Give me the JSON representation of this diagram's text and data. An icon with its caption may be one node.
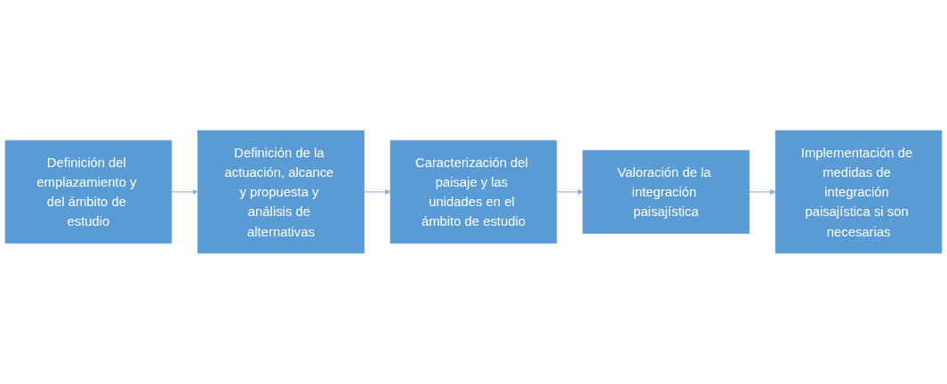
{
  "diagram": {
    "nodes": [
      {
        "text": [
          "Definición del emplazamiento y del ámbito de estudio"
        ]
      },
      {
        "text": [
          "Definición de la actuación, alcance y propuesta y análisis de alternativas"
        ]
      },
      {
        "text": [
          "Caracterización del paisaje y las unidades en el ámbito de estudio"
        ]
      },
      {
        "text": [
          "Valoración de la integración paisajística"
        ]
      },
      {
        "text": [
          "Implementación de medidas de integración paisajística si son necesarias"
        ]
      }
    ],
    "edges": [
      {
        "from": 0,
        "to": 1,
        "arrow": "to"
      },
      {
        "from": 1,
        "to": 2,
        "arrow": "to"
      },
      {
        "from": 2,
        "to": 3,
        "arrow": "to"
      },
      {
        "from": 3,
        "to": 4,
        "arrow": "to"
      }
    ]
  }
}
